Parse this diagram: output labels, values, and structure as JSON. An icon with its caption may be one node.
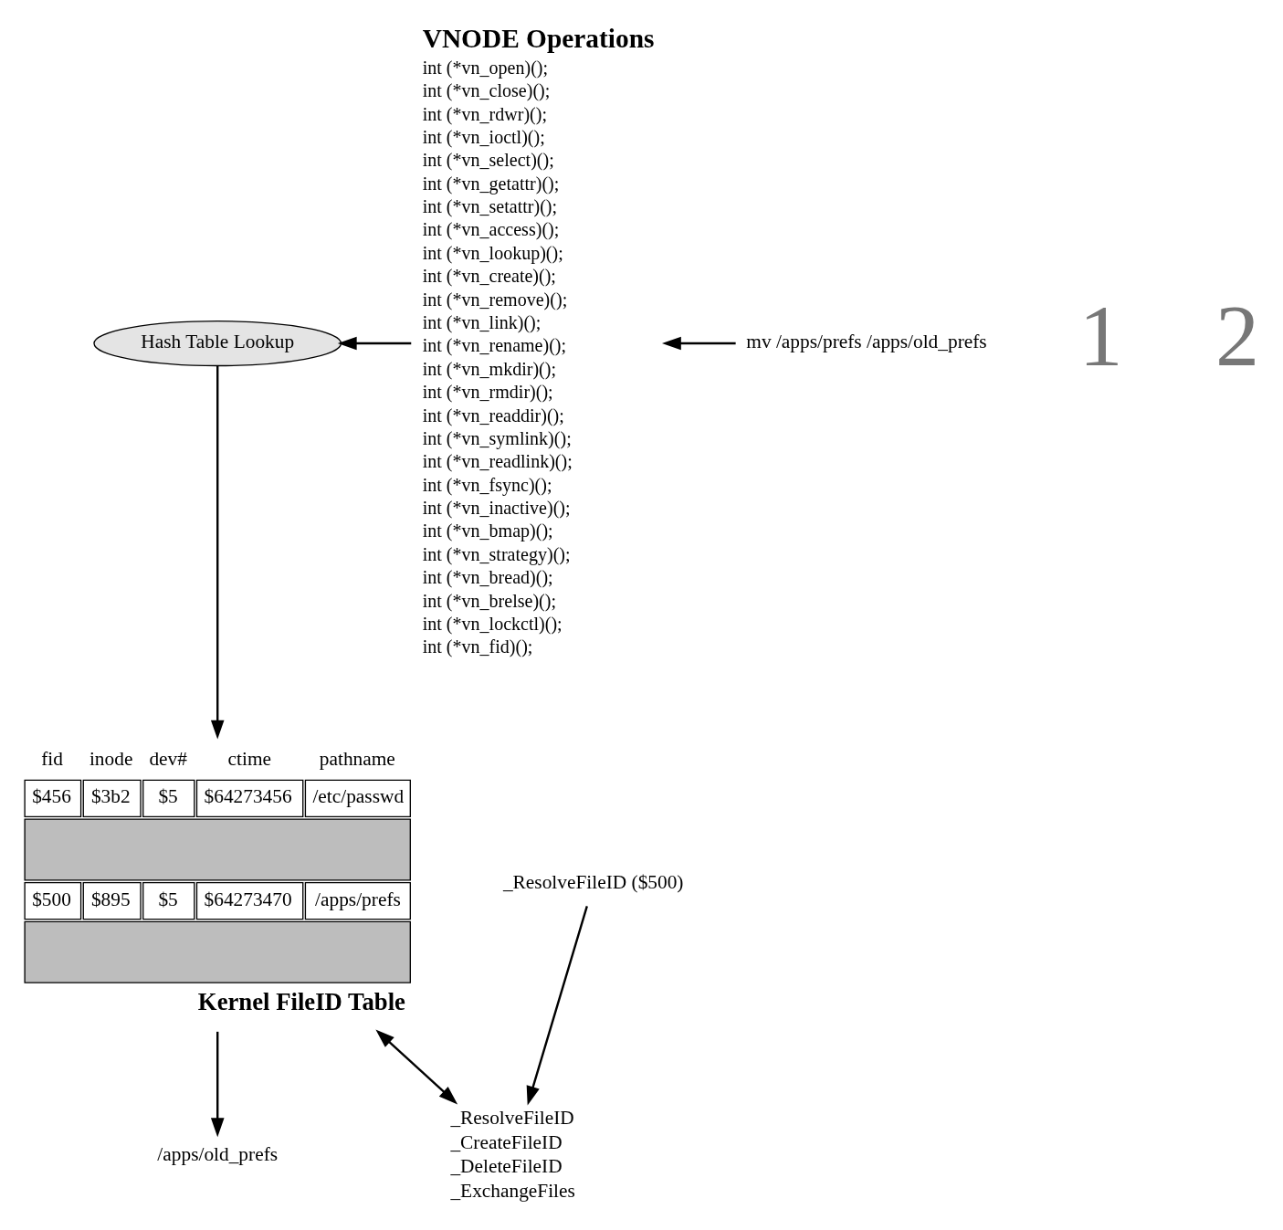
{
  "diagram": {
    "nodes": [
      {
        "text": [
          "Hash Table Lookup"
        ]
      },
      {
        "text": [
          "VNODE Operations",
          "int (*vn_open)();",
          "int (*vn_close)();",
          "int (*vn_rdwr)();",
          "int (*vn_ioctl)();",
          "int (*vn_select)();",
          "int (*vn_getattr)();",
          "int (*vn_setattr)();",
          "int (*vn_access)();",
          "int (*vn_lookup)();",
          "int (*vn_create)();",
          "int (*vn_remove)();",
          "int (*vn_link)();",
          "int (*vn_rename)();",
          "int (*vn_mkdir)();",
          "int (*vn_rmdir)();",
          "int (*vn_readdir)();",
          "int (*vn_symlink)();",
          "int (*vn_readlink)();",
          "int (*vn_fsync)();",
          "int (*vn_inactive)();",
          "int (*vn_bmap)();",
          "int (*vn_strategy)();",
          "int (*vn_bread)();",
          "int (*vn_brelse)();",
          "int (*vn_lockctl)();",
          "int (*vn_fid)();"
        ]
      },
      {
        "text": [
          "fid",
          "inode",
          "dev#",
          "ctime",
          "pathname",
          "$456",
          "$3b2",
          "$5",
          "$64273456",
          "/etc/passwd",
          "$500",
          "$895",
          "$5",
          "$64273470",
          "/apps/prefs",
          "Kernel FileID Table"
        ]
      },
      {
        "text": [
          "/apps/old_prefs"
        ]
      },
      {
        "text": [
          "_ResolveFileID",
          "_CreateFileID",
          "_DeleteFileID",
          "_ExchangeFiles"
        ]
      },
      {
        "text": [
          "mv /apps/prefs /apps/old_prefs"
        ]
      },
      {
        "text": [
          "_ResolveFileID ($500)"
        ]
      }
    ],
    "edges": [
      {
        "from": 1,
        "to": 0,
        "arrow": "to"
      },
      {
        "from": 0,
        "to": 2,
        "arrow": "to"
      },
      {
        "from": 2,
        "to": 3,
        "arrow": "to"
      },
      {
        "from": 2,
        "to": 4,
        "arrow": "both"
      },
      {
        "from": 5,
        "to": 1,
        "arrow": "to"
      },
      {
        "from": 6,
        "to": 4,
        "arrow": "to"
      }
    ],
    "labels": [
      "1",
      "2"
    ]
  }
}
